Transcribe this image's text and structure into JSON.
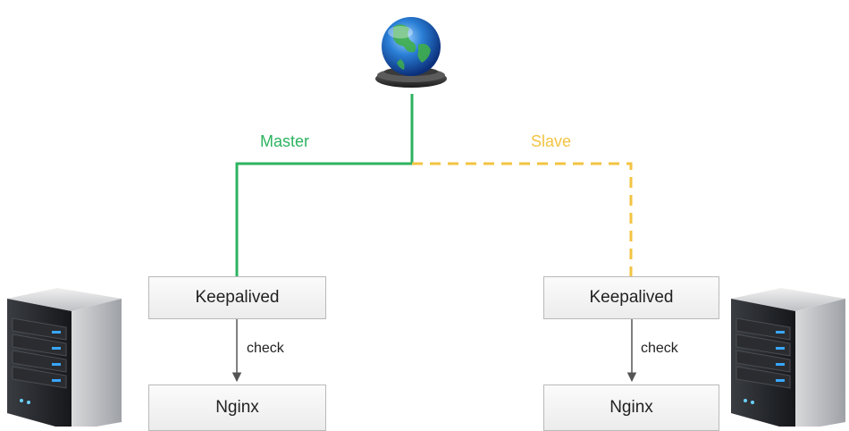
{
  "links": {
    "master": {
      "label": "Master",
      "color": "#2db360"
    },
    "slave": {
      "label": "Slave",
      "color": "#f3c341"
    }
  },
  "nodes": {
    "left": {
      "keepalived": "Keepalived",
      "arrow": "check",
      "nginx": "Nginx"
    },
    "right": {
      "keepalived": "Keepalived",
      "arrow": "check",
      "nginx": "Nginx"
    }
  },
  "icons": [
    "globe-icon",
    "server-icon"
  ]
}
